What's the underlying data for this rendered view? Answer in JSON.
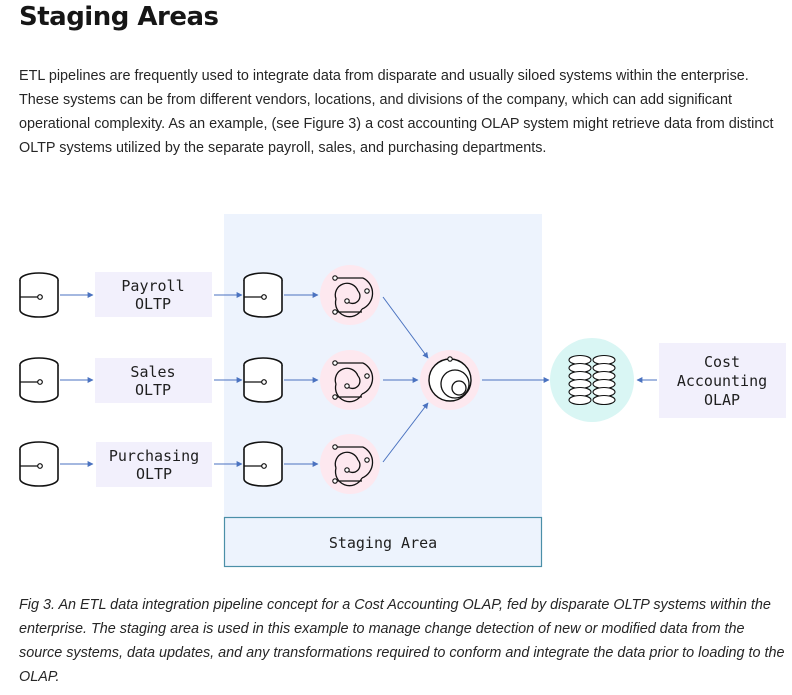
{
  "heading": "Staging Areas",
  "intro": "ETL pipelines are frequently used to integrate data from disparate and usually siloed systems within the enterprise. These systems can be from different vendors, locations, and divisions of the company, which can add significant operational complexity. As an example, (see Figure 3) a cost accounting OLAP system might retrieve data from distinct OLTP systems utilized by the separate payroll, sales, and purchasing departments.",
  "diagram": {
    "sources": [
      {
        "line1": "Payroll",
        "line2": "OLTP"
      },
      {
        "line1": "Sales",
        "line2": "OLTP"
      },
      {
        "line1": "Purchasing",
        "line2": "OLTP"
      }
    ],
    "staging_label": "Staging Area",
    "target": {
      "line1": "Cost",
      "line2": "Accounting",
      "line3": "OLAP"
    },
    "colors": {
      "staging_bg": "#edf3fd",
      "staging_border": "#4b8fa8",
      "label_bg": "#f2f0fc",
      "transform_bg": "#fde8ef",
      "olap_bg": "#d9f6f4",
      "arrow": "#4a72c0"
    },
    "icons": [
      "database-icon",
      "change-detection-icon",
      "merge-icon",
      "olap-cube-icon"
    ]
  },
  "caption": "Fig 3. An ETL data integration pipeline concept for a Cost Accounting OLAP, fed by disparate OLTP systems within the enterprise. The staging area is used in this example to manage change detection of new or modified data from the source systems, data updates, and any transformations required to conform and integrate the data prior to loading to the OLAP."
}
